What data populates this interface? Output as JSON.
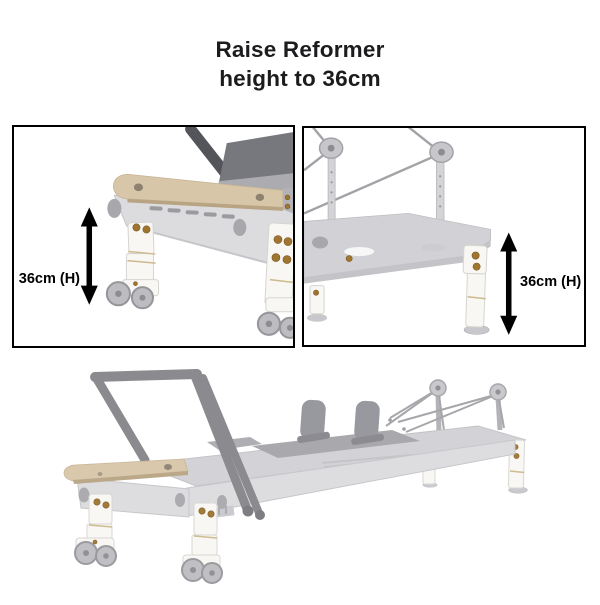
{
  "title": {
    "line1": "Raise Reformer",
    "line2": "height to 36cm"
  },
  "panels": [
    {
      "name": "front-leg-height-detail",
      "measurement_label": "36cm (H)"
    },
    {
      "name": "rear-leg-height-detail",
      "measurement_label": "36cm (H)"
    }
  ],
  "figure": {
    "name": "assembled-reformer-with-raised-legs"
  },
  "colors": {
    "title": "#1c1c1e",
    "panel_border": "#000000",
    "arrow": "#000000",
    "label": "#000000",
    "frame_light": "#dcdcdf",
    "frame_mid": "#c5c5c9",
    "deck": "#d2d2d6",
    "bed": "#d1d1d5",
    "carriage": "#a4a4a9",
    "shoulder_rest": "#93939a",
    "dark_metal": "#77787d",
    "tube": "#54555a",
    "bar": "#85858a",
    "wood": "#d7c6a8",
    "wood_dark": "#b8a483",
    "leg": "#f8f7f4",
    "leg_line": "#d7d5d0",
    "gold_seam": "#cdb98c",
    "brass": "#a0752f",
    "wheel": "#bdbdc1",
    "wheel_dark": "#95959a",
    "rope": "#a2a2a7",
    "knob": "#a7a7ac",
    "riser": "#d4d4d7",
    "foot": "#c8c8cc"
  }
}
